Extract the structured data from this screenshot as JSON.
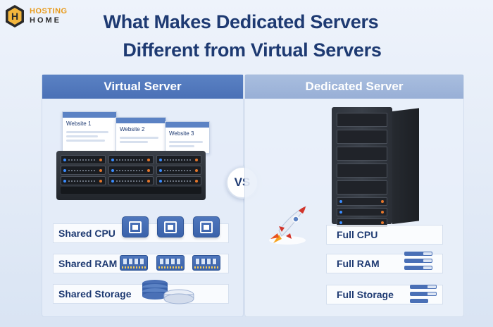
{
  "logo": {
    "line1": "HOSTING",
    "line2": "HOME",
    "badge_letter": "H"
  },
  "title": {
    "line1": "What Makes Dedicated Servers",
    "line2": "Different from Virtual Servers"
  },
  "left_panel": {
    "heading": "Virtual Server",
    "websites": [
      "Website 1",
      "Website 2",
      "Website 3"
    ],
    "rows": [
      {
        "label": "Shared CPU",
        "icon": "cpu-icon"
      },
      {
        "label": "Shared RAM",
        "icon": "ram-icon"
      },
      {
        "label": "Shared Storage",
        "icon": "storage-icon"
      }
    ]
  },
  "vs_label": "VS",
  "right_panel": {
    "heading": "Dedicated Server",
    "rows": [
      {
        "label": "Full CPU"
      },
      {
        "label": "Full RAM",
        "icon": "server-stack-icon"
      },
      {
        "label": "Full Storage",
        "icon": "server-stack-icon"
      }
    ]
  },
  "colors": {
    "title": "#1e3a72",
    "accent_blue": "#4a70b6",
    "logo_orange": "#e89a1a"
  }
}
